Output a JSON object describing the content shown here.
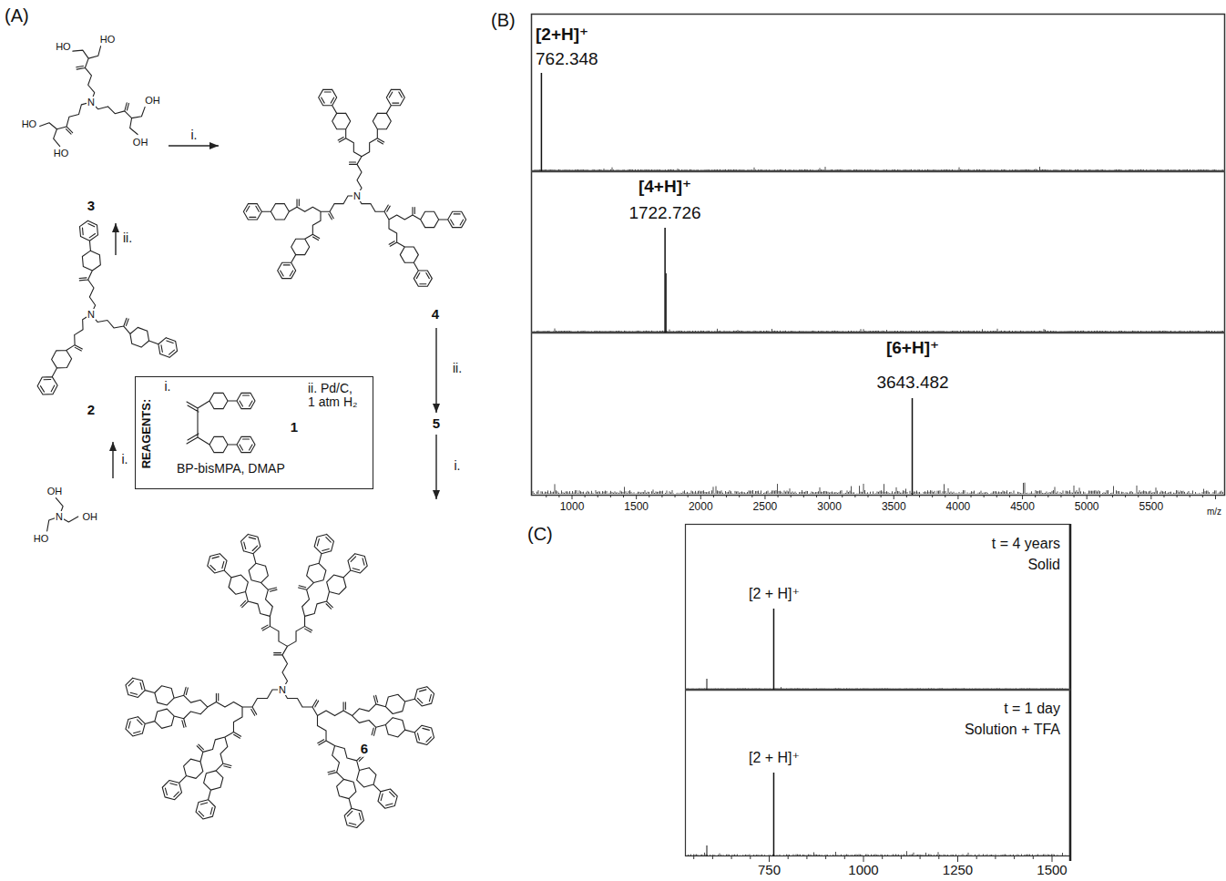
{
  "diagram": {
    "nodes": [
      {
        "text": [
          "OH",
          "OH",
          "N",
          "HO"
        ]
      },
      {
        "text": [
          "N",
          "2"
        ]
      },
      {
        "text": [
          "HO",
          "HO",
          "N",
          "OH",
          "OH",
          "HO",
          "HO",
          "3"
        ]
      },
      {
        "text": [
          "N",
          "4"
        ]
      },
      {
        "text": [
          "5"
        ]
      },
      {
        "text": [
          "N",
          "6"
        ]
      },
      {
        "text": [
          "REAGENTS:",
          "i.",
          "1",
          "ii. Pd/C, 1 atm H₂",
          "BP-bisMPA, DMAP"
        ]
      }
    ],
    "edges": [
      {
        "from": 0,
        "to": 1,
        "arrow": "to",
        "label": "i."
      },
      {
        "from": 1,
        "to": 2,
        "arrow": "to",
        "label": "ii."
      },
      {
        "from": 2,
        "to": 3,
        "arrow": "to",
        "label": "i."
      },
      {
        "from": 3,
        "to": 4,
        "arrow": "to",
        "label": "ii."
      },
      {
        "from": 4,
        "to": 5,
        "arrow": "to",
        "label": "i."
      }
    ],
    "labels": [
      "(A)",
      "(B)",
      "(C)",
      "[2+H]⁺",
      "762.348",
      "[4+H]⁺",
      "1722.726",
      "[6+H]⁺",
      "3643.482",
      "1000",
      "1500",
      "2000",
      "2500",
      "3000",
      "3500",
      "4000",
      "4500",
      "5000",
      "5500",
      "m/z",
      "t = 4 years",
      "Solid",
      "[2 + H]⁺",
      "t = 1 day",
      "Solution + TFA",
      "[2 + H]⁺",
      "750",
      "1000",
      "1250",
      "1500"
    ]
  }
}
